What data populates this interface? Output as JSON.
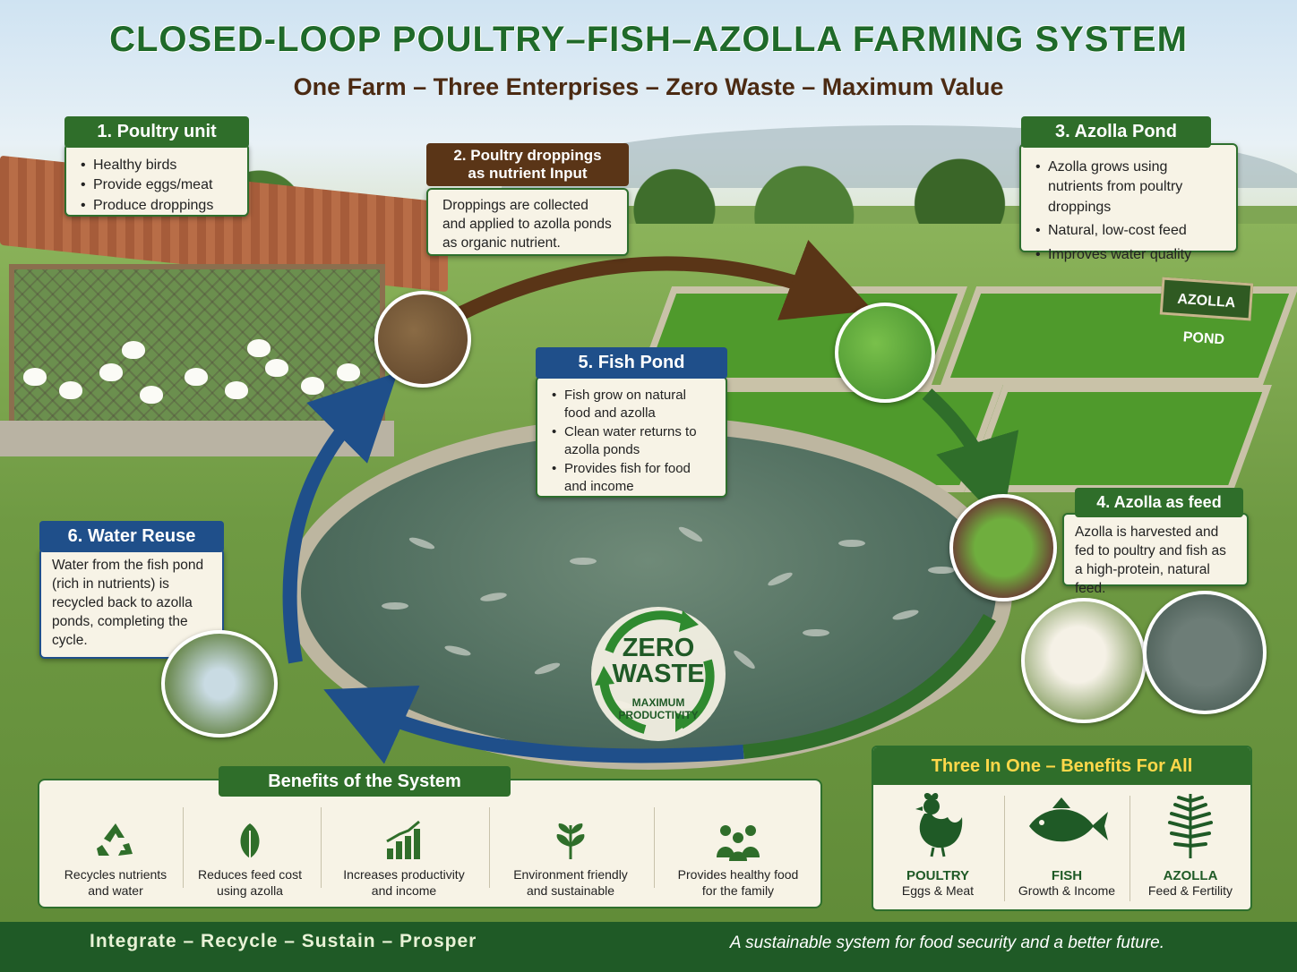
{
  "header": {
    "title": "CLOSED-LOOP POULTRY–FISH–AZOLLA FARMING SYSTEM",
    "subtitle": "One Farm – Three Enterprises – Zero Waste – Maximum Value"
  },
  "steps": [
    {
      "id": 1,
      "title": "1. Poultry unit",
      "items": [
        "Healthy birds",
        "Provide eggs/meat",
        "Produce droppings"
      ]
    },
    {
      "id": 2,
      "title_line1": "2. Poultry droppings",
      "title_line2": "as nutrient Input",
      "text": "Droppings are collected and applied to azolla ponds as organic nutrient."
    },
    {
      "id": 3,
      "title": "3. Azolla Pond",
      "items": [
        "Azolla grows using nutrients from poultry droppings",
        "Natural, low-cost feed",
        "Improves water quality"
      ]
    },
    {
      "id": 4,
      "title": "4. Azolla as feed",
      "text": "Azolla is harvested and fed to poultry and fish as a high-protein, natural feed."
    },
    {
      "id": 5,
      "title": "5. Fish Pond",
      "items": [
        "Fish grow on natural food and azolla",
        "Clean water returns to azolla ponds",
        "Provides fish for food and income"
      ]
    },
    {
      "id": 6,
      "title": "6. Water Reuse",
      "text": "Water from the fish pond (rich in nutrients) is recycled back to azolla ponds, completing the cycle."
    }
  ],
  "sign": "AZOLLA POND",
  "zero_waste": {
    "line1": "ZERO",
    "line2": "WASTE",
    "sub1": "MAXIMUM",
    "sub2": "PRODUCTIVITY"
  },
  "benefits": {
    "title": "Benefits of the System",
    "items": [
      {
        "icon": "recycle-icon",
        "label1": "Recycles nutrients",
        "label2": "and water"
      },
      {
        "icon": "leaf-icon",
        "label1": "Reduces feed cost",
        "label2": "using azolla"
      },
      {
        "icon": "growth-chart-icon",
        "label1": "Increases productivity",
        "label2": "and income"
      },
      {
        "icon": "plant-icon",
        "label1": "Environment friendly",
        "label2": "and sustainable"
      },
      {
        "icon": "family-icon",
        "label1": "Provides healthy food",
        "label2": "for the family"
      }
    ]
  },
  "three_in_one": {
    "title": "Three In One – Benefits For All",
    "items": [
      {
        "icon": "hen-icon",
        "name": "POULTRY",
        "sub": "Eggs & Meat"
      },
      {
        "icon": "fish-icon",
        "name": "FISH",
        "sub": "Growth & Income"
      },
      {
        "icon": "fern-icon",
        "name": "AZOLLA",
        "sub": "Feed & Fertility"
      }
    ]
  },
  "footer": {
    "left": "Integrate – Recycle – Sustain – Prosper",
    "right": "A sustainable system for food security and a better future."
  },
  "colors": {
    "green": "#2f6e2a",
    "brown": "#5a3517",
    "blue": "#1f4f8a",
    "cream": "#f7f3e6",
    "gold": "#ffd84a"
  }
}
